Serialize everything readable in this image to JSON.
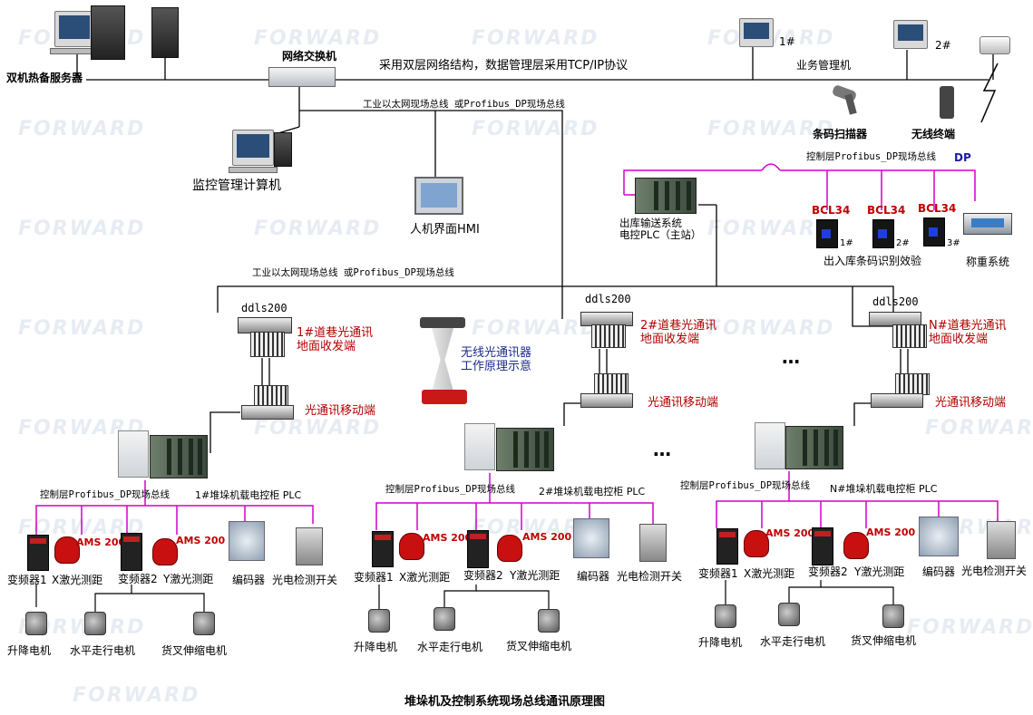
{
  "top": {
    "server_label": "双机热备服务器",
    "switch_label": "网络交换机",
    "network_desc": "采用双层网络结构，数据管理层采用TCP/IP协议",
    "pc1": "1#",
    "pc2": "2#",
    "business_pc": "业务管理机",
    "scanner": "条码扫描器",
    "wireless": "无线终端",
    "ethernet_bus_1": "工业以太网现场总线  或Profibus_DP现场总线",
    "monitor_pc": "监控管理计算机",
    "hmi": "人机界面HMI",
    "dp_bus": "控制层Profibus_DP现场总线",
    "dp_tag": "DP",
    "outbound_plc": "出库输送系统\n电控PLC（主站）",
    "bcl": "BCL34",
    "bcl_1": "1#",
    "bcl_2": "2#",
    "bcl_3": "3#",
    "barcode_check": "出入库条码识别效验",
    "weighing": "称重系统",
    "ethernet_bus_2": "工业以太网现场总线  或Profibus_DP现场总线",
    "wireless_principle": "无线光通讯器\n工作原理示意"
  },
  "lanes": [
    {
      "ddls": "ddls200",
      "ground": "1#道巷光通讯\n地面收发端",
      "mobile": "光通讯移动端",
      "dp_bus": "控制层Profibus_DP现场总线",
      "cabinet": "1#堆垛机载电控柜 PLC",
      "inv1": "变频器1",
      "xlaser": "X激光测距",
      "inv2": "变频器2",
      "ylaser": "Y激光测距",
      "encoder": "编码器",
      "photo": "光电检测开关",
      "ams": "AMS 200",
      "m1": "升降电机",
      "m2": "水平走行电机",
      "m3": "货叉伸缩电机"
    },
    {
      "ddls": "ddls200",
      "ground": "2#道巷光通讯\n地面收发端",
      "mobile": "光通讯移动端",
      "dp_bus": "控制层Profibus_DP现场总线",
      "cabinet": "2#堆垛机载电控柜 PLC",
      "inv1": "变频器1",
      "xlaser": "X激光测距",
      "inv2": "变频器2",
      "ylaser": "Y激光测距",
      "encoder": "编码器",
      "photo": "光电检测开关",
      "ams": "AMS 200",
      "m1": "升降电机",
      "m2": "水平走行电机",
      "m3": "货叉伸缩电机"
    },
    {
      "ddls": "ddls200",
      "ground": "N#道巷光通讯\n地面收发端",
      "mobile": "光通讯移动端",
      "dp_bus": "控制层Profibus_DP现场总线",
      "cabinet": "N#堆垛机载电控柜 PLC",
      "inv1": "变频器1",
      "xlaser": "X激光测距",
      "inv2": "变频器2",
      "ylaser": "Y激光测距",
      "encoder": "编码器",
      "photo": "光电检测开关",
      "ams": "AMS 200",
      "m1": "升降电机",
      "m2": "水平走行电机",
      "m3": "货叉伸缩电机"
    }
  ],
  "ellipsis": "…",
  "watermark": "FORWARD",
  "caption": "堆垛机及控制系统现场总线通讯原理图"
}
